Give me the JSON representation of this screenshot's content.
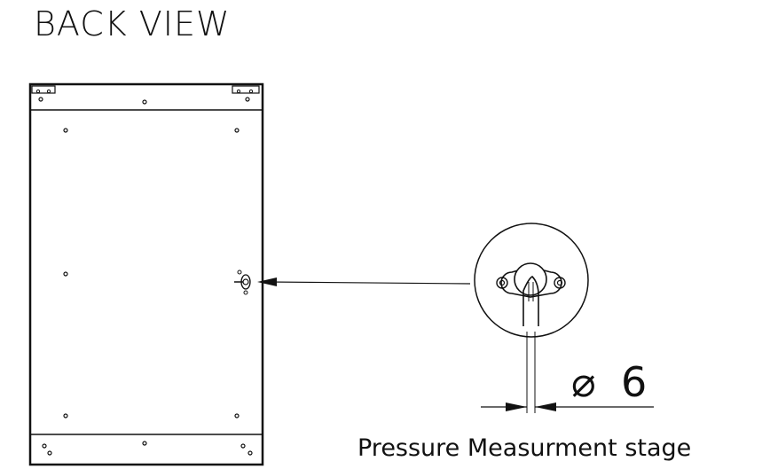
{
  "view_title": "BACK VIEW",
  "dimension": {
    "symbol": "⌀",
    "value": "6"
  },
  "caption": "Pressure Measurment stage"
}
